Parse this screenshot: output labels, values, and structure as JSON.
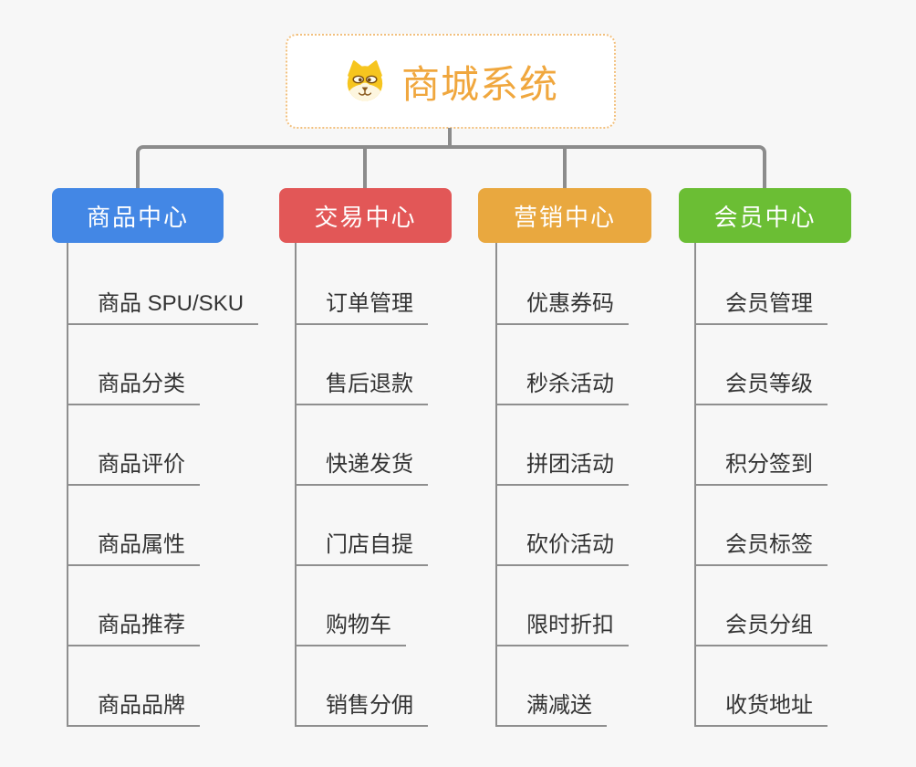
{
  "root": {
    "title": "商城系统",
    "icon": "dog-face-icon",
    "title_color": "#f0a73e",
    "border_color": "#f2c07e"
  },
  "branches": [
    {
      "label": "商品中心",
      "color": "#4387e5",
      "children": [
        "商品 SPU/SKU",
        "商品分类",
        "商品评价",
        "商品属性",
        "商品推荐",
        "商品品牌"
      ]
    },
    {
      "label": "交易中心",
      "color": "#e25757",
      "children": [
        "订单管理",
        "售后退款",
        "快递发货",
        "门店自提",
        "购物车",
        "销售分佣"
      ]
    },
    {
      "label": "营销中心",
      "color": "#e9a83f",
      "children": [
        "优惠券码",
        "秒杀活动",
        "拼团活动",
        "砍价活动",
        "限时折扣",
        "满减送"
      ]
    },
    {
      "label": "会员中心",
      "color": "#6bbe34",
      "children": [
        "会员管理",
        "会员等级",
        "积分签到",
        "会员标签",
        "会员分组",
        "收货地址"
      ]
    }
  ],
  "connector_color": "#8c8c8c",
  "leaf_text_color": "#333333",
  "background_color": "#f7f7f7"
}
